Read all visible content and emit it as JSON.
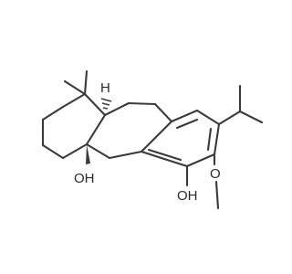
{
  "labels": {
    "hydroxyl_ring": "OH",
    "hydroxyl_aromatic": "OH",
    "ether_oxygen": "O",
    "stereo_h": "H"
  }
}
